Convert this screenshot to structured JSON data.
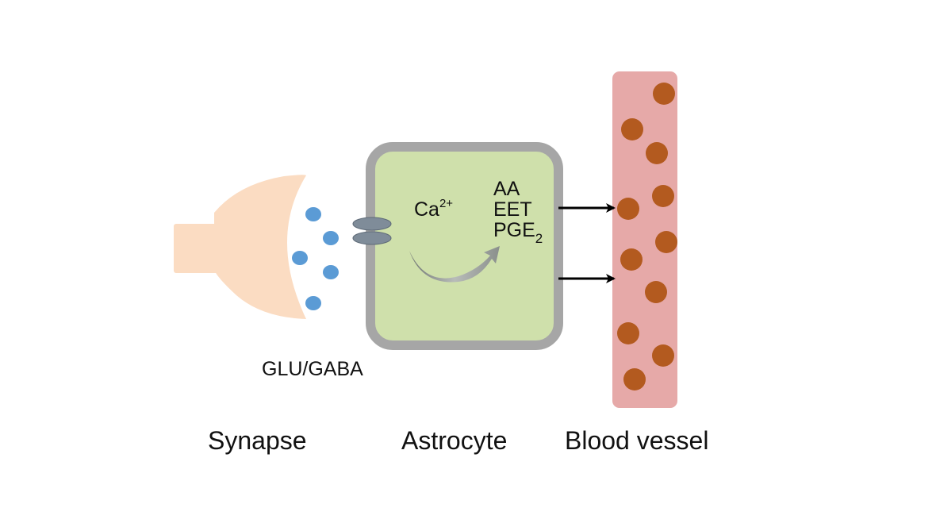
{
  "diagram": {
    "labels": {
      "synapse": "Synapse",
      "astrocyte": "Astrocyte",
      "blood_vessel": "Blood vessel",
      "neurotransmitter": "GLU/GABA",
      "calcium_base": "Ca",
      "calcium_charge": "2+",
      "signal_aa": "AA",
      "signal_eet": "EET",
      "signal_pge_base": "PGE",
      "signal_pge_sub": "2"
    },
    "colors": {
      "synapse_fill": "#fbdcc2",
      "vesicle_fill": "#5b9bd5",
      "receptor_fill": "#7f8c99",
      "astrocyte_fill": "#cfe0ab",
      "astrocyte_border": "#a6a6a6",
      "vessel_fill": "#e6a9a8",
      "blood_cell_fill": "#b35a1f",
      "curved_arrow_fill": "#8a8f8c",
      "arrow_stroke": "#000000"
    }
  }
}
